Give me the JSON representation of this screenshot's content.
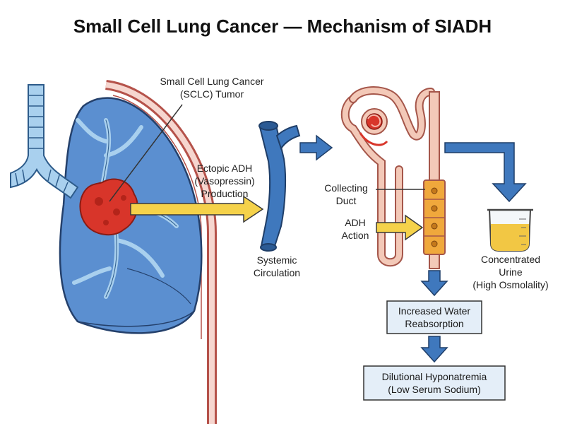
{
  "title": "Small Cell Lung Cancer — Mechanism of SIADH",
  "labels": {
    "tumor_line1": "Small Cell Lung Cancer",
    "tumor_line2": "(SCLC) Tumor",
    "ectopic_line1": "Ectopic ADH",
    "ectopic_line2": "(Vasopressin)",
    "ectopic_line3": "Production",
    "systemic_line1": "Systemic",
    "systemic_line2": "Circulation",
    "collecting_line1": "Collecting",
    "collecting_line2": "Duct",
    "adh_line1": "ADH",
    "adh_line2": "Action",
    "urine_line1": "Concentrated",
    "urine_line2": "Urine",
    "urine_line3": "(High Osmolality)"
  },
  "boxes": {
    "reabsorption_line1": "Increased Water",
    "reabsorption_line2": "Reabsorption",
    "hyponatremia_line1": "Dilutional Hyponatremia",
    "hyponatremia_line2": "(Low Serum Sodium)"
  },
  "colors": {
    "lung_fill": "#5b8fd0",
    "tumor": "#d8352a",
    "flow_arrow": "#3f78bd",
    "adh_arrow": "#f5d24a",
    "kidney_tubule": "#f3c9b8",
    "collecting_cells": "#f0a83c",
    "box_fill": "#e4eef8",
    "urine": "#f2c744"
  }
}
